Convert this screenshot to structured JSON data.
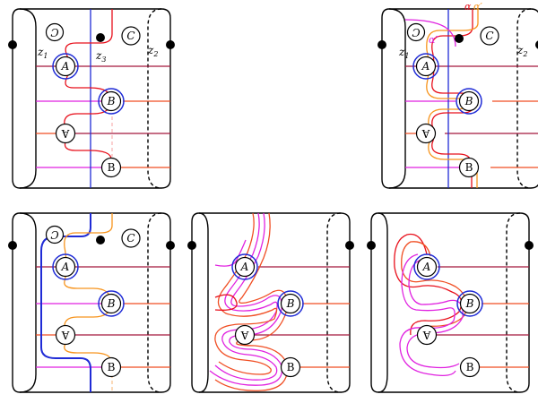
{
  "labels": {
    "z1": "z",
    "z1_sub": "1",
    "z2": "z",
    "z2_sub": "2",
    "z3": "z",
    "z3_sub": "3",
    "A": "A",
    "B": "B",
    "C": "C",
    "A_flipped": "A",
    "B_plain": "B",
    "C_rot": "C",
    "alpha": "α",
    "alpha_prime": "α′",
    "alpha_dprime": "α″"
  },
  "colors": {
    "blue": "#1f2bd6",
    "red": "#e8101c",
    "orange": "#f7941d",
    "dark_red": "#a3183c",
    "magenta": "#e022e0",
    "red_orange": "#f04e23",
    "pink_dashed": "#f8b2b2",
    "black": "#000000"
  },
  "panels": [
    "top-left",
    "top-right",
    "bottom-left",
    "bottom-middle",
    "bottom-right"
  ]
}
